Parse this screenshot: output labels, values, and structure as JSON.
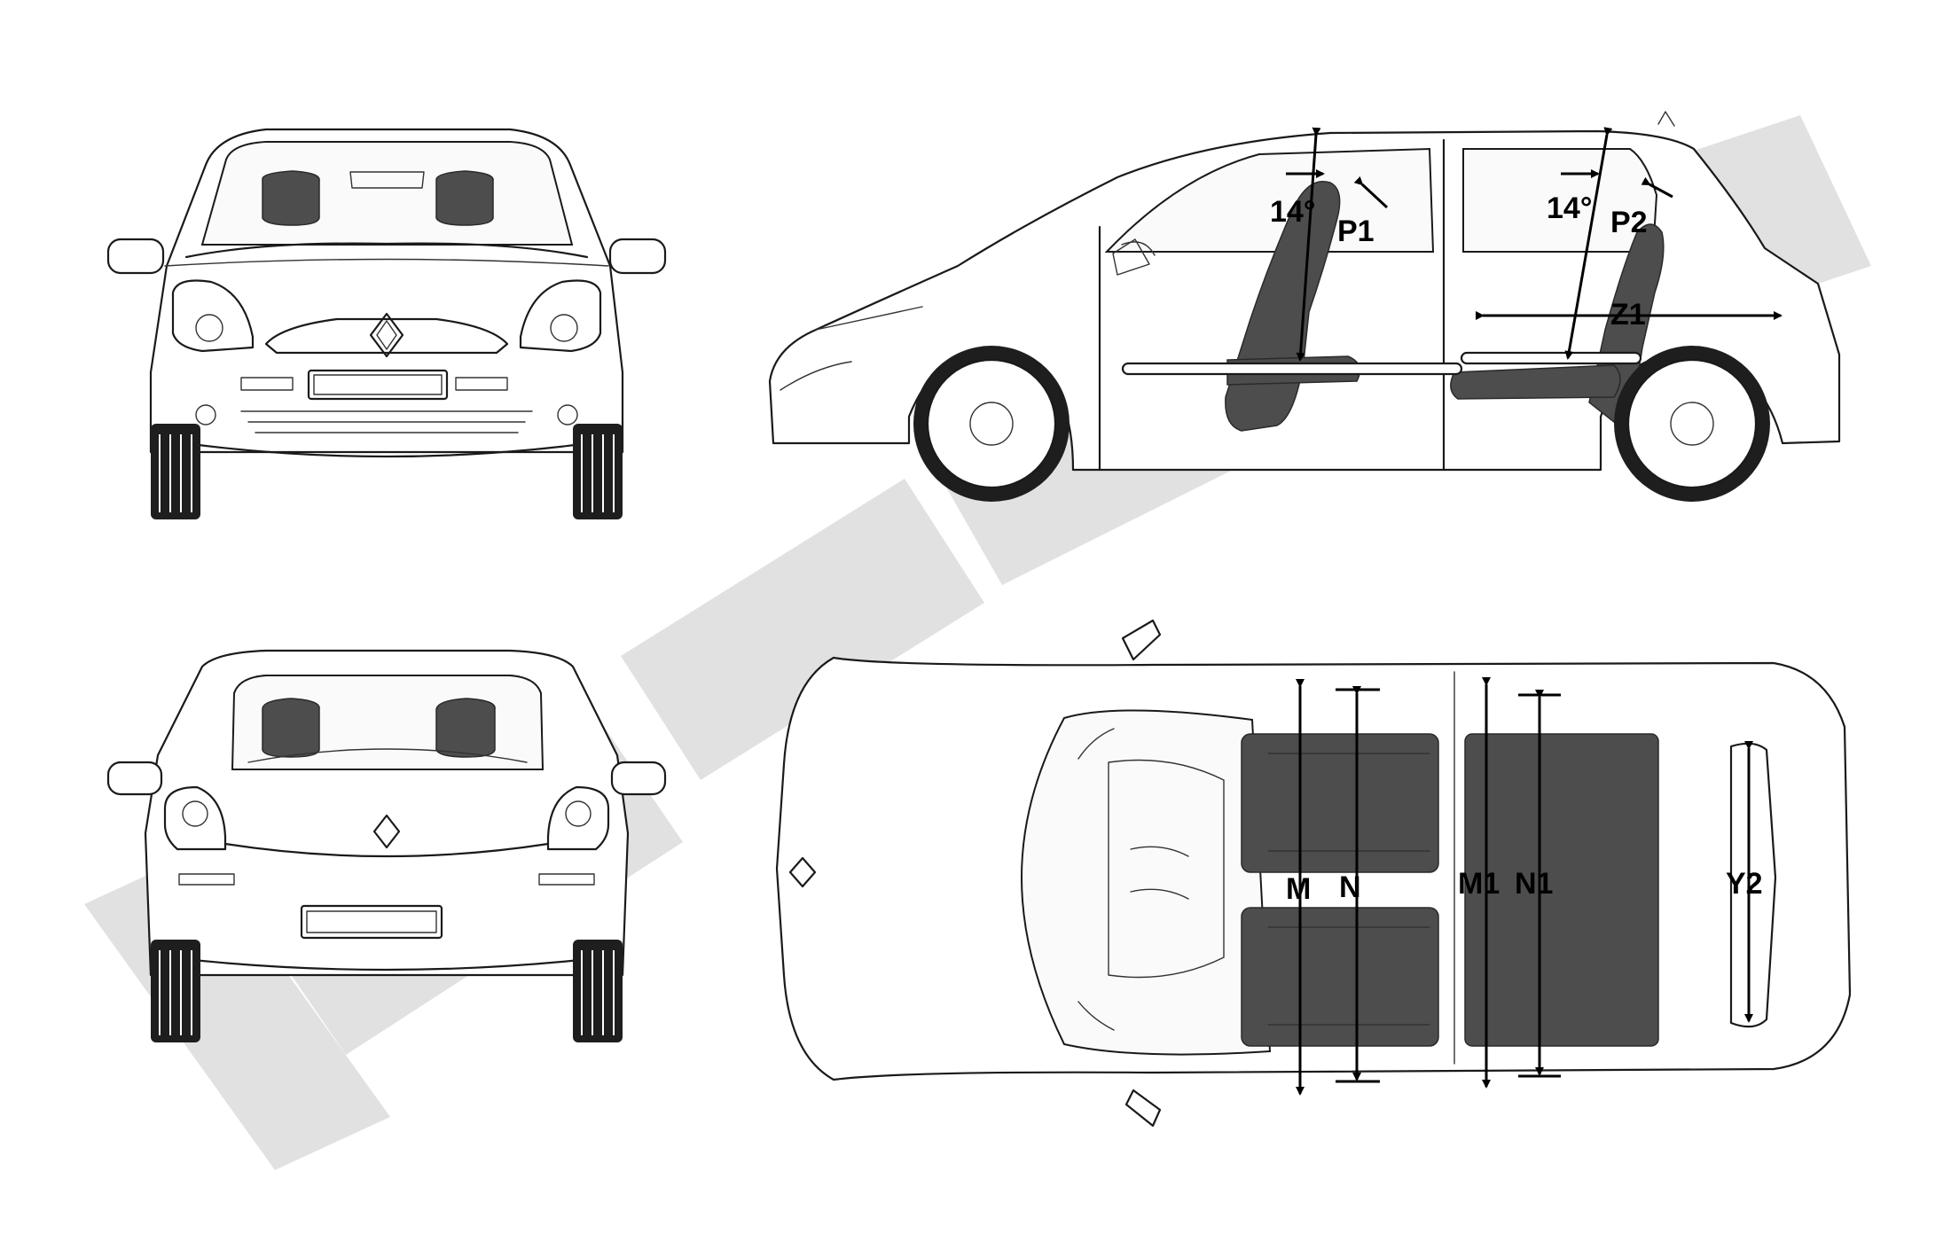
{
  "diagram": {
    "views": [
      "front",
      "side",
      "rear",
      "top"
    ],
    "colors": {
      "line": "#1a1a1a",
      "seat": "#4d4d4d",
      "watermark": "#c9c9c9",
      "background": "#ffffff"
    },
    "side_labels": {
      "angle_front": "14°",
      "angle_rear": "14°",
      "p1": "P1",
      "p2": "P2",
      "z1": "Z1"
    },
    "top_labels": {
      "m": "M",
      "n": "N",
      "m1": "M1",
      "n1": "N1",
      "y2": "Y2"
    }
  }
}
